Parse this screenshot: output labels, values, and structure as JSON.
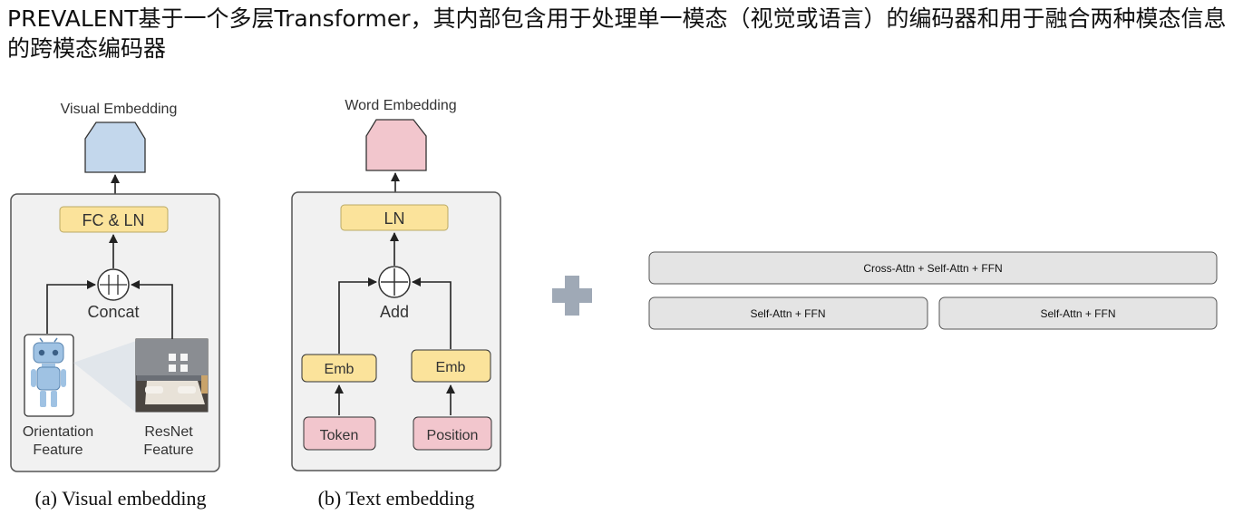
{
  "title": "PREVALENT基于一个多层Transformer，其内部包含用于处理单一模态（视觉或语言）的编码器和用于融合两种模态信息的跨模态编码器",
  "visual": {
    "output_label": "Visual Embedding",
    "fc_ln": "FC & LN",
    "concat": "Concat",
    "orientation": [
      "Orientation",
      "Feature"
    ],
    "resnet": [
      "ResNet",
      "Feature"
    ],
    "caption": "(a) Visual embedding"
  },
  "text": {
    "output_label": "Word Embedding",
    "ln": "LN",
    "add": "Add",
    "emb_left": "Emb",
    "emb_right": "Emb",
    "token": "Token",
    "position": "Position",
    "caption": "(b) Text embedding"
  },
  "stack": {
    "cross_layer": "Cross-Attn +  Self-Attn + FFN",
    "self_left": "Self-Attn + FFN",
    "self_right": "Self-Attn + FFN"
  },
  "colors": {
    "visual_pentagon": "#c3d7ec",
    "word_pentagon": "#f2c6cd",
    "yellow_box": "#fbe39b",
    "pink_box": "#f2c6cd",
    "panel": "#f1f1f1",
    "plus": "#9fa9b6",
    "layer_box": "#e4e4e4"
  }
}
